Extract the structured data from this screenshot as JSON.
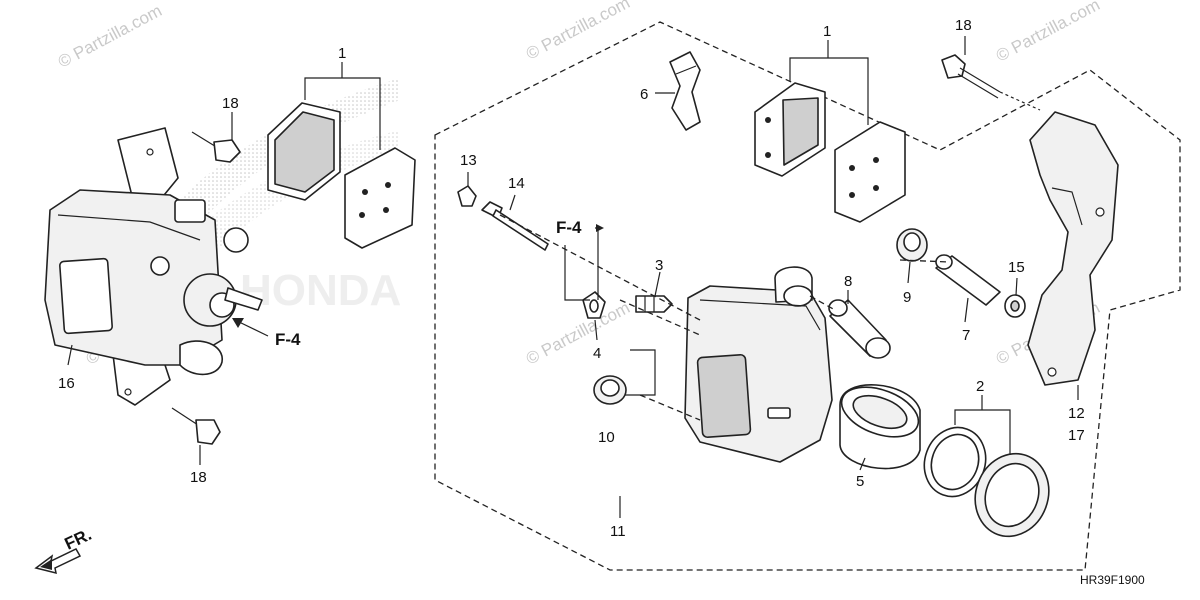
{
  "watermark": {
    "text": "© Partzilla.com",
    "background_brand": "HONDA"
  },
  "callouts": {
    "c1_left": "1",
    "c1_right": "1",
    "c2": "2",
    "c3": "3",
    "c4": "4",
    "c5": "5",
    "c6": "6",
    "c7": "7",
    "c8": "8",
    "c9": "9",
    "c10": "10",
    "c11": "11",
    "c12": "12",
    "c13": "13",
    "c14": "14",
    "c15": "15",
    "c16": "16",
    "c17": "17",
    "c18_top_left": "18",
    "c18_bottom_left": "18",
    "c18_right": "18"
  },
  "refs": {
    "f4_left": "F-4",
    "f4_mid": "F-4"
  },
  "direction": {
    "label": "FR."
  },
  "diagram_code": "HR39F1900",
  "colors": {
    "line": "#222222",
    "watermark": "#c9c9c9",
    "shading": "#cfcfcf"
  }
}
